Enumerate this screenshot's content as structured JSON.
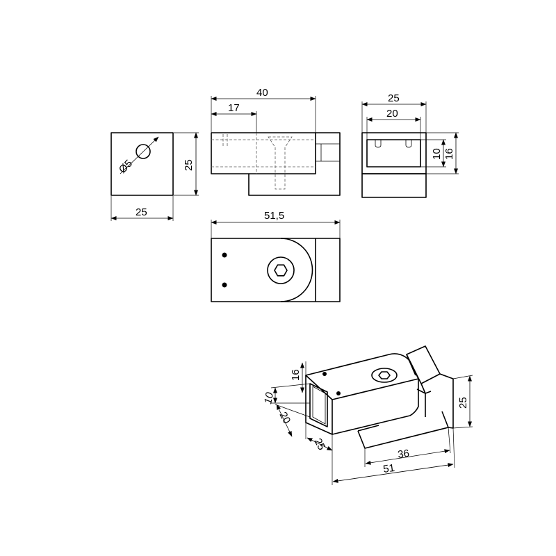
{
  "colors": {
    "line": "#000000",
    "hidden": "#555555",
    "background": "#ffffff"
  },
  "dimensions": {
    "left_view": {
      "width": "25",
      "height": "25",
      "hole_diameter": "Ø5"
    },
    "front_view": {
      "overall": "40",
      "slot": "17"
    },
    "side_view": {
      "outer_width": "25",
      "inner_width": "20",
      "inner_height": "10",
      "outer_height": "16"
    },
    "top_view": {
      "overall": "51,5"
    },
    "iso_view": {
      "height_top": "16",
      "inner_height": "10",
      "inner_width": "20",
      "depth": "25",
      "right_height": "25",
      "base_length": "36",
      "overall_length": "51"
    }
  },
  "icons": {
    "bolt_head": "hex-socket-icon"
  }
}
